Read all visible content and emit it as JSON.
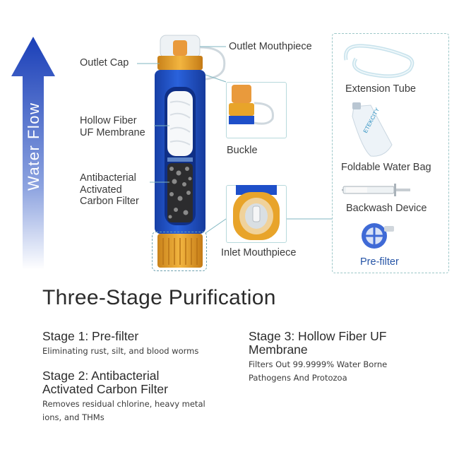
{
  "diagram": {
    "flow_label": "Water Flow",
    "parts": {
      "outlet_mouthpiece": "Outlet Mouthpiece",
      "outlet_cap": "Outlet Cap",
      "buckle": "Buckle",
      "hollow_fiber_line1": "Hollow Fiber",
      "hollow_fiber_line2": "UF Membrane",
      "carbon_line1": "Antibacterial",
      "carbon_line2": "Activated",
      "carbon_line3": "Carbon Filter",
      "inlet_mouthpiece": "Inlet Mouthpiece"
    },
    "accessories": {
      "extension_tube": "Extension Tube",
      "water_bag": "Foldable Water Bag",
      "bag_brand": "ETEKCITY",
      "backwash": "Backwash Device",
      "prefilter": "Pre-filter"
    },
    "colors": {
      "arrow_blue": "#1a3fb8",
      "body_blue": "#1e4fc9",
      "cap_orange": "#e8a42a",
      "prefilter_text": "#2554a6",
      "dashed_teal": "#9cc7c8"
    }
  },
  "purification": {
    "heading": "Three-Stage Purification",
    "stage1": {
      "title": "Stage 1:  Pre-filter",
      "desc": "Eliminating rust, silt, and blood  worms"
    },
    "stage2": {
      "title_line1": "Stage 2:  Antibacterial",
      "title_line2": "Activated Carbon Filter",
      "desc_line1": "Removes residual chlorine, heavy metal",
      "desc_line2": "ions, and THMs"
    },
    "stage3": {
      "title_line1": "Stage 3: Hollow Fiber UF",
      "title_line2": "Membrane",
      "desc_line1": "Filters Out 99.9999% Water Borne",
      "desc_line2": "Pathogens And Protozoa"
    }
  }
}
